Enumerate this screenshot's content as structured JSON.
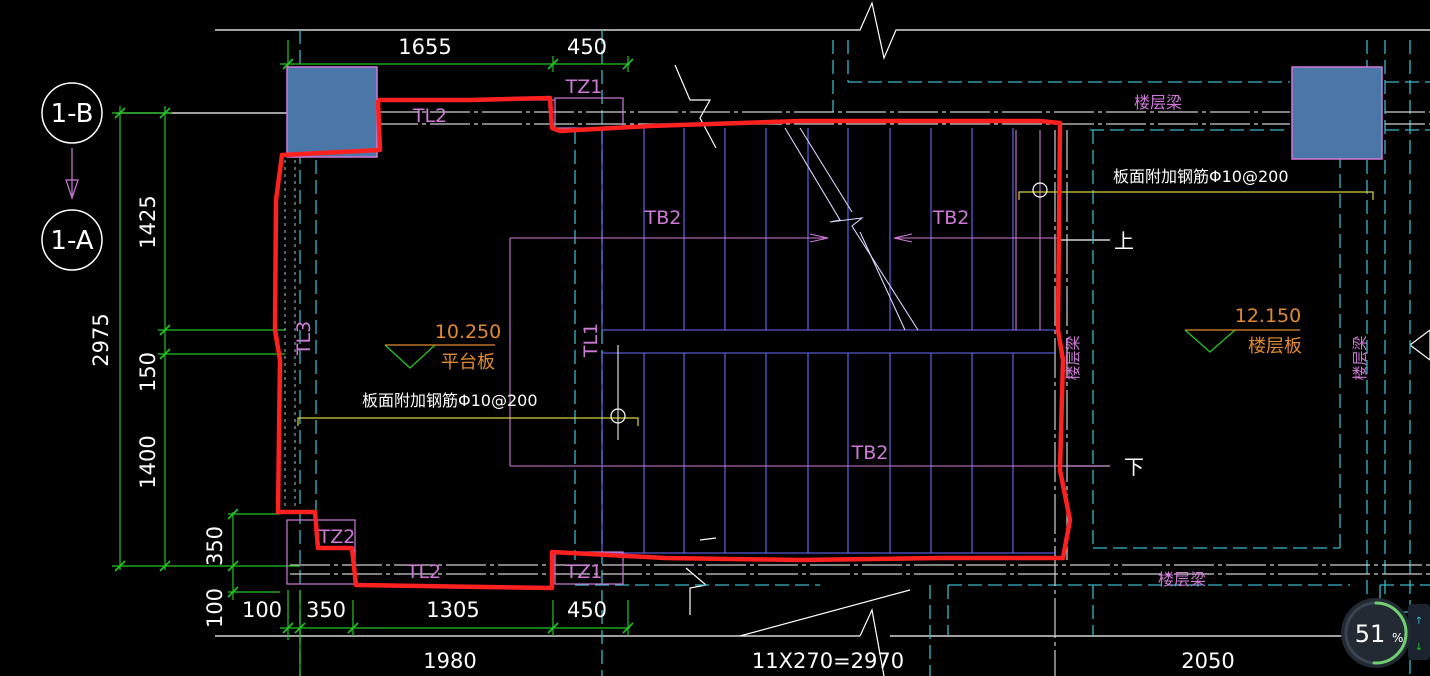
{
  "axes": {
    "top": "1-B",
    "bottom": "1-A"
  },
  "dims_top": {
    "d1655": "1655",
    "d450": "450"
  },
  "dims_left": {
    "total": "2975",
    "d1425": "1425",
    "d150": "150",
    "d1400": "1400",
    "d350": "350",
    "d100": "100"
  },
  "dims_bottom": {
    "d100": "100",
    "d350": "350",
    "d1305": "1305",
    "d450": "450",
    "d1980": "1980",
    "d11x270": "11X270=2970",
    "d2050": "2050"
  },
  "labels": {
    "tz1_top": "TZ1",
    "tl2_top": "TL2",
    "tl3": "TL3",
    "tl1": "TL1",
    "tb2_left": "TB2",
    "tb2_right": "TB2",
    "tb2_bottom": "TB2",
    "tz2": "TZ2",
    "tl2_bottom": "TL2",
    "tz1_bottom": "TZ1",
    "floor_beam_top": "楼层梁",
    "floor_beam_bottom": "楼层梁",
    "floor_beam_v1": "楼层梁",
    "floor_beam_v2": "楼层梁",
    "up": "上",
    "down": "下"
  },
  "elevations": {
    "platform_level": "10.250",
    "platform_name": "平台板",
    "floor_level": "12.150",
    "floor_name": "楼层板"
  },
  "notes": {
    "rebar_right": "板面附加钢筋Φ10@200",
    "rebar_left": "板面附加钢筋Φ10@200"
  },
  "gauge": {
    "percent": 51,
    "value": "51",
    "unit": "%"
  },
  "colors": {
    "dim": "#22c522",
    "pink": "#d07ad8",
    "cyan": "#37b8c8",
    "blue": "#6b6bff",
    "orange": "#e08a30",
    "highlight": "#ff2020",
    "column": "#4a77a8"
  }
}
